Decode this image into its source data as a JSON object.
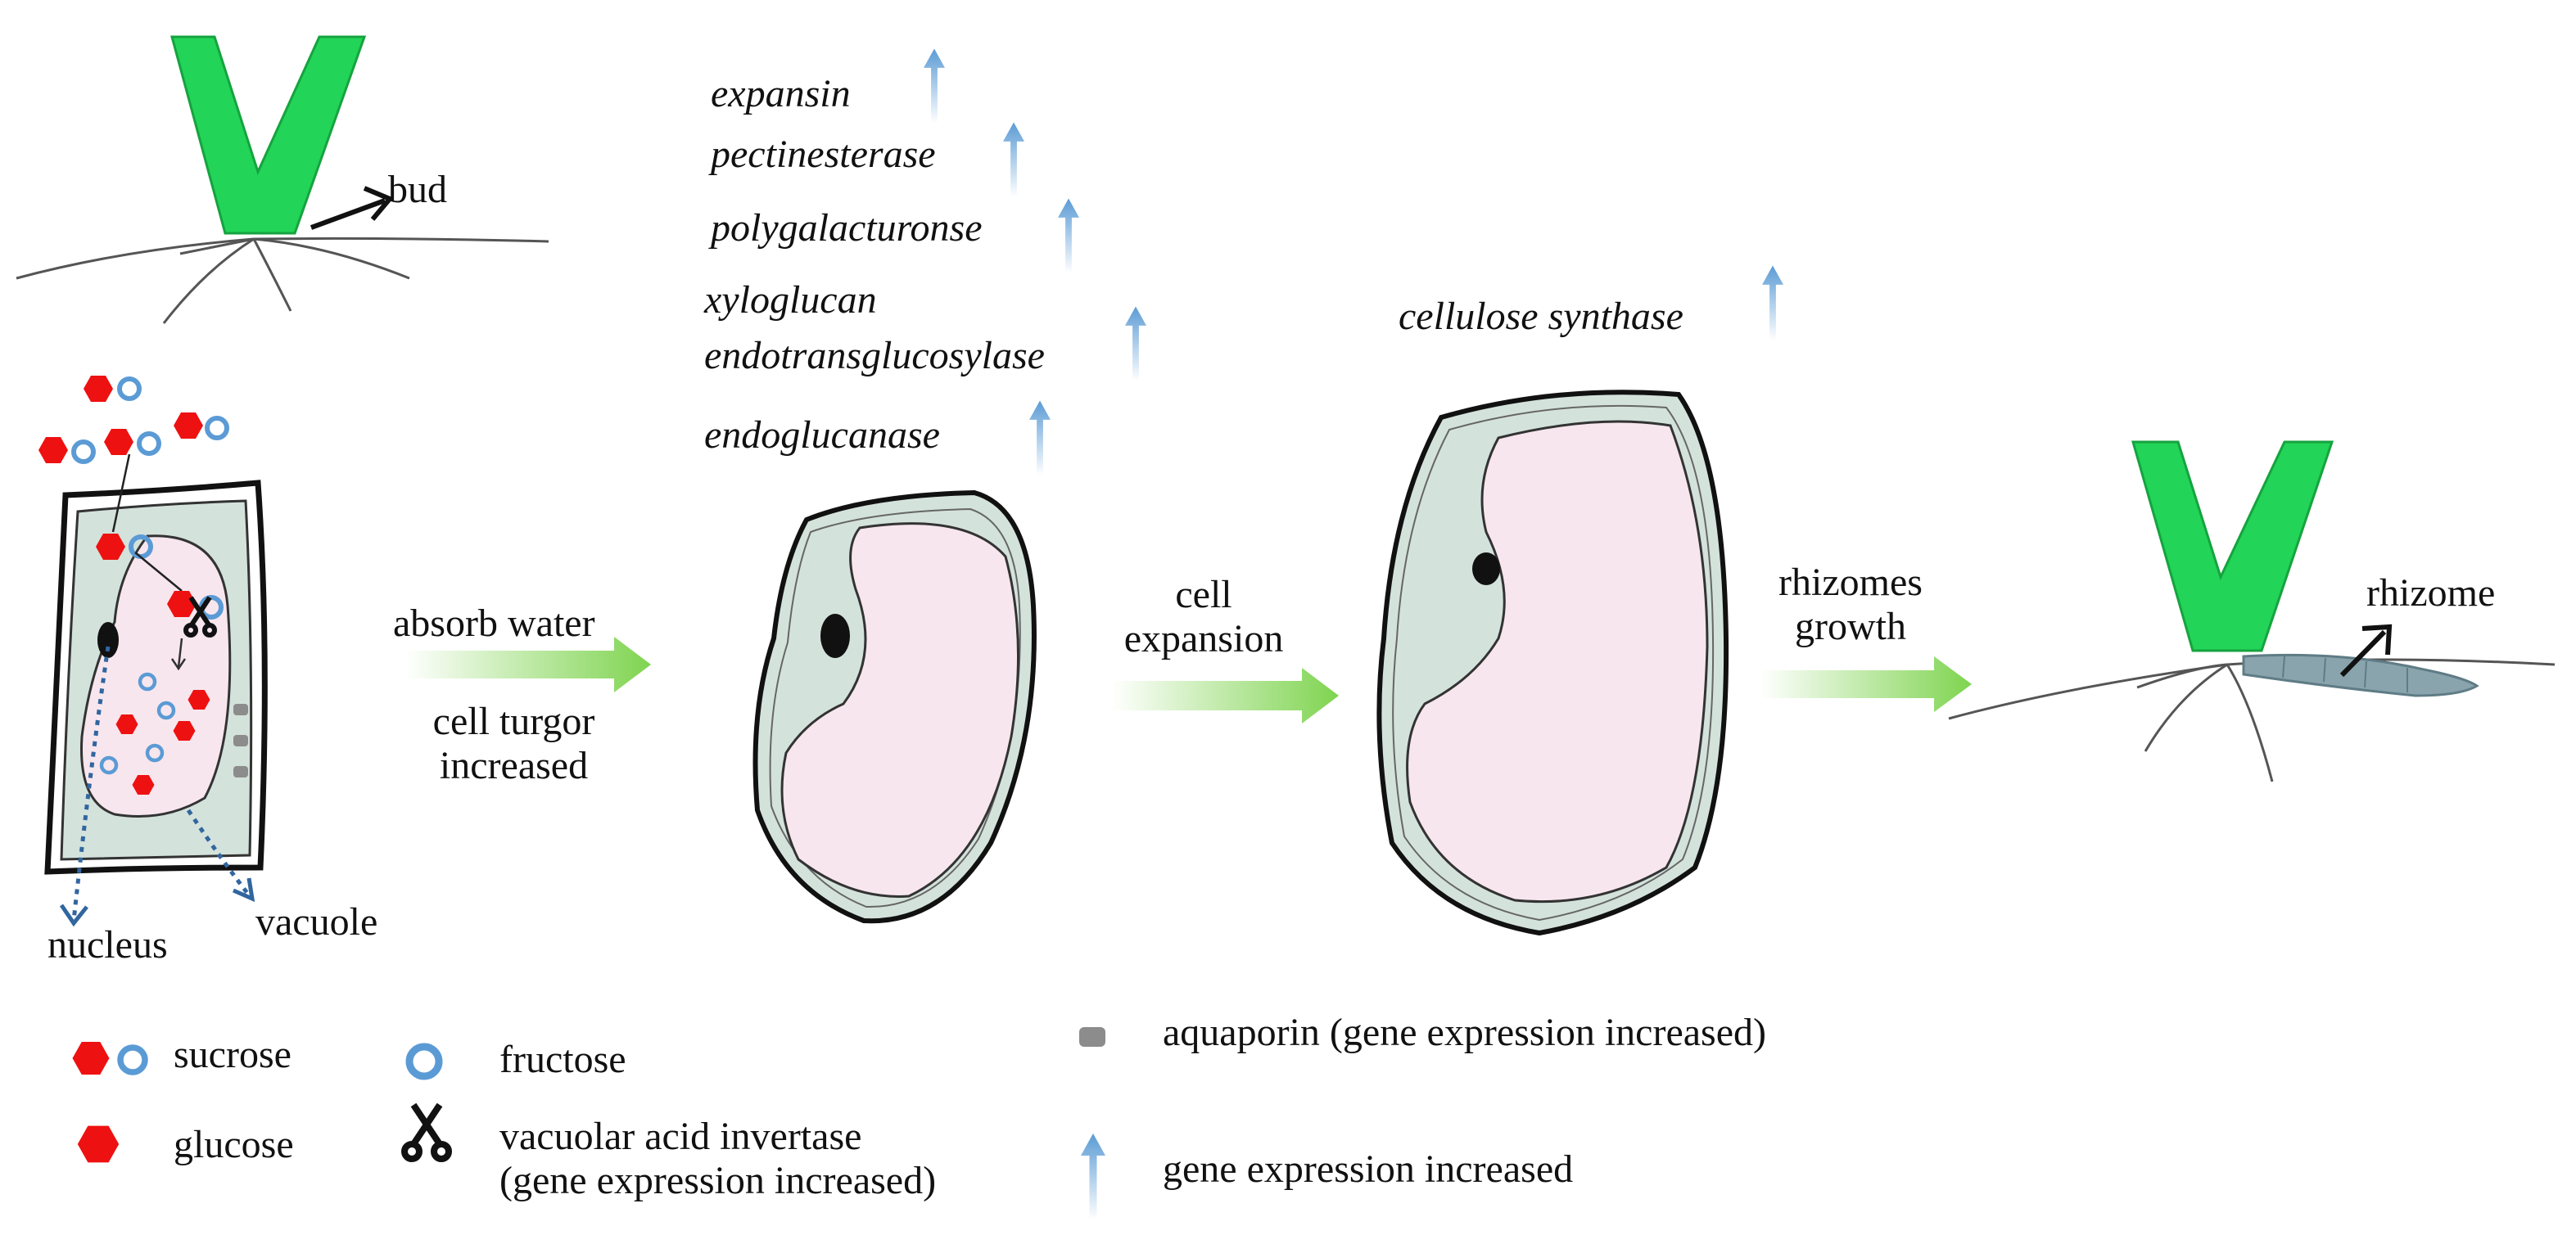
{
  "labels": {
    "bud": "bud",
    "nucleus": "nucleus",
    "vacuole": "vacuole",
    "rhizome": "rhizome"
  },
  "steps": [
    {
      "top": "absorb water",
      "bottom_line1": "cell turgor",
      "bottom_line2": "increased"
    },
    {
      "line1": "cell",
      "line2": "expansion"
    },
    {
      "line1": "rhizomes",
      "line2": "growth"
    }
  ],
  "genes_expansion": [
    "expansin",
    "pectinesterase",
    "polygalacturonse",
    "xyloglucan",
    "endotransglucosylase",
    "endoglucanase"
  ],
  "genes_growth": [
    "cellulose synthase"
  ],
  "legend": {
    "sucrose": "sucrose",
    "glucose": "glucose",
    "fructose": "fructose",
    "invertase_line1": "vacuolar acid invertase",
    "invertase_line2": "(gene expression increased)",
    "aquaporin": "aquaporin (gene expression increased)",
    "gene_up": "gene expression increased"
  },
  "colors": {
    "leaf": "#22d458",
    "rhizome": "#8aa4ad",
    "glucose": "#ee1111",
    "fructose": "#5b9bd5",
    "cytoplasm": "#d4e2dc",
    "vacuole": "#f8e6ee",
    "arrow_green": "#7fd450",
    "gene_arrow": "#5b9bd5",
    "aquaporin": "#8c8c8c"
  }
}
